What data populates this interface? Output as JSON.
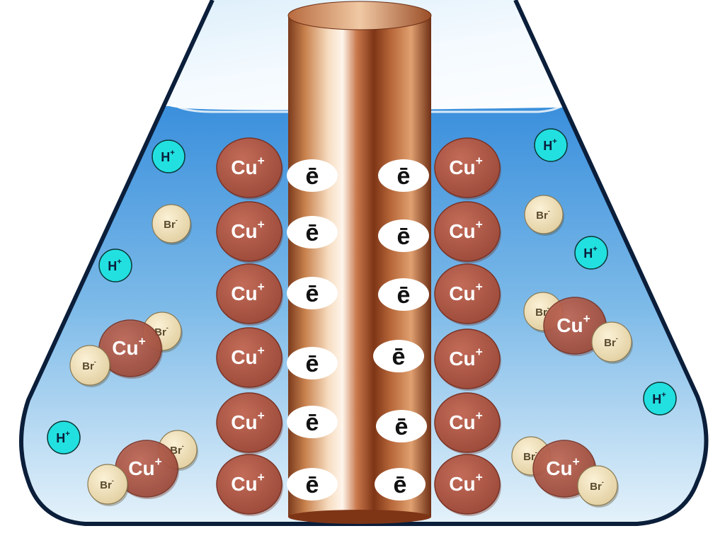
{
  "labels": {
    "cu": "Cu",
    "cu_charge": "+",
    "br": "Br",
    "br_charge": "-",
    "h": "H",
    "h_charge": "+",
    "electron": "ē"
  },
  "colors": {
    "solution_top": "#3b8fdc",
    "solution_bottom": "#e8f4fb",
    "flask_outline": "#0b1e3a",
    "cu_ion": "#b05a48",
    "br_ion": "#f3e4bd",
    "h_ion": "#22e0e0",
    "electron_bg": "#ffffff",
    "copper_electrode": "#b5653a"
  }
}
